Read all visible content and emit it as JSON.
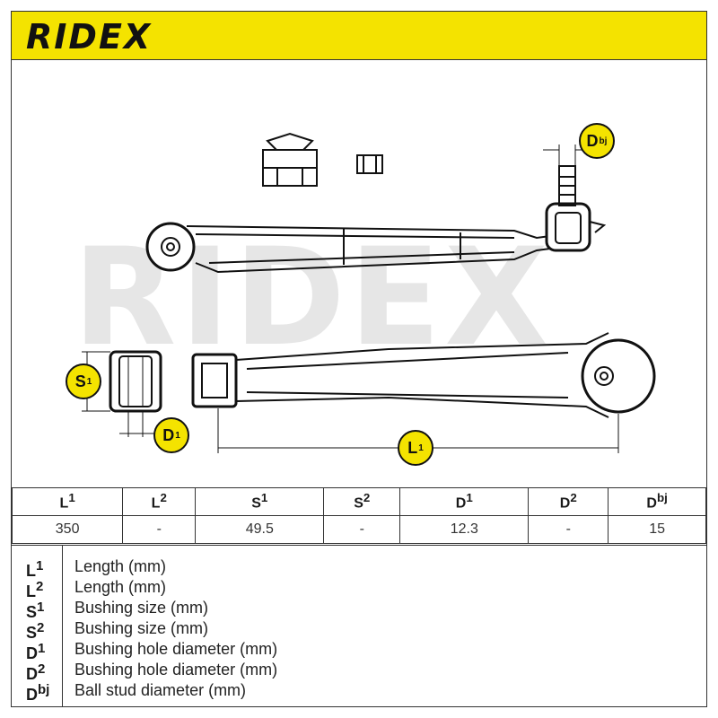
{
  "brand": {
    "logo_text": "RIDEX",
    "watermark_text": "RIDEX",
    "accent_color": "#f4e300"
  },
  "badges": {
    "dbj": "D",
    "dbj_sup": "bj",
    "s1": "S",
    "s1_sup": "1",
    "d1": "D",
    "d1_sup": "1",
    "l1": "L",
    "l1_sup": "1"
  },
  "table": {
    "headers": [
      {
        "main": "L",
        "sup": "1"
      },
      {
        "main": "L",
        "sup": "2"
      },
      {
        "main": "S",
        "sup": "1"
      },
      {
        "main": "S",
        "sup": "2"
      },
      {
        "main": "D",
        "sup": "1"
      },
      {
        "main": "D",
        "sup": "2"
      },
      {
        "main": "D",
        "sup": "bj"
      }
    ],
    "values": [
      "350",
      "-",
      "49.5",
      "-",
      "12.3",
      "-",
      "15"
    ]
  },
  "legend": [
    {
      "key": "L",
      "sup": "1",
      "text": "Length (mm)"
    },
    {
      "key": "L",
      "sup": "2",
      "text": "Length (mm)"
    },
    {
      "key": "S",
      "sup": "1",
      "text": "Bushing size (mm)"
    },
    {
      "key": "S",
      "sup": "2",
      "text": "Bushing size (mm)"
    },
    {
      "key": "D",
      "sup": "1",
      "text": "Bushing hole diameter (mm)"
    },
    {
      "key": "D",
      "sup": "2",
      "text": "Bushing hole diameter (mm)"
    },
    {
      "key": "D",
      "sup": "bj",
      "text": "Ball stud diameter (mm)"
    }
  ]
}
